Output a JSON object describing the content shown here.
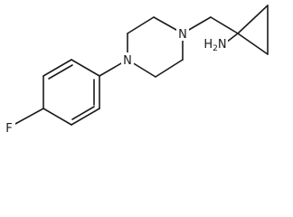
{
  "molecule": {
    "atoms": {
      "n_upper": "N",
      "n_lower": "N",
      "amine": "H2N",
      "fluorine": "F"
    },
    "colors": {
      "bond": "#1a1a1a",
      "label": "#1a1a1a",
      "background": "#ffffff"
    }
  }
}
